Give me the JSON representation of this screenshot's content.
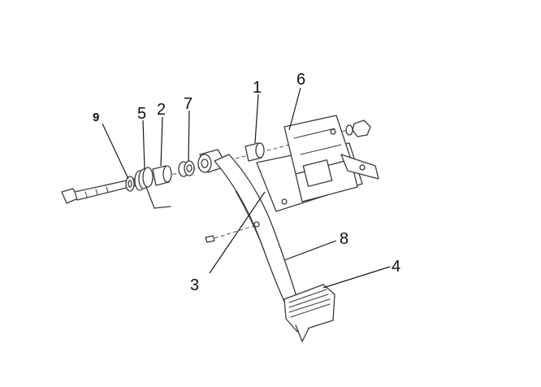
{
  "diagram": {
    "callouts": [
      {
        "id": "c1",
        "text": "1"
      },
      {
        "id": "c2",
        "text": "2"
      },
      {
        "id": "c3",
        "text": "3"
      },
      {
        "id": "c4",
        "text": "4"
      },
      {
        "id": "c5",
        "text": "5"
      },
      {
        "id": "c6",
        "text": "6"
      },
      {
        "id": "c7",
        "text": "7"
      },
      {
        "id": "c8",
        "text": "8"
      },
      {
        "id": "c9",
        "text": "9"
      }
    ],
    "colors": {
      "line": "#3a3a3a",
      "background": "#ffffff"
    }
  }
}
